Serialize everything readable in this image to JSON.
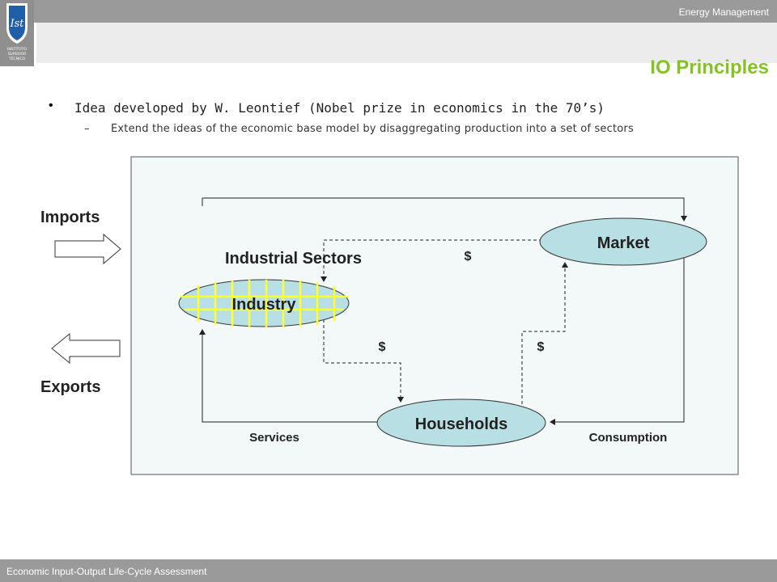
{
  "header": {
    "course": "Energy Management",
    "title": "IO Principles",
    "logo_text": [
      "INSTITUTO",
      "SUPERIOR",
      "TÉCNICO"
    ]
  },
  "content": {
    "bullet": "Idea developed by W. Leontief (Nobel prize in economics in the 70’s)",
    "sub_bullet_dash": "–",
    "sub_bullet": "Extend the ideas of the economic base model by disaggregating production into a set of sectors"
  },
  "diagram": {
    "imports_label": "Imports",
    "exports_label": "Exports",
    "market_label": "Market",
    "industrial_sectors_label": "Industrial Sectors",
    "industry_label": "Industry",
    "households_label": "Households",
    "services_label": "Services",
    "consumption_label": "Consumption",
    "dollar_top": "$",
    "dollar_left": "$",
    "dollar_right": "$"
  },
  "footer": {
    "text": "Economic Input-Output Life-Cycle Assessment"
  },
  "colors": {
    "accent_green": "#84c225",
    "ellipse_fill": "#b8dfe3",
    "grid_yellow": "#ffff33",
    "panel_bg": "#f3f8f8"
  }
}
